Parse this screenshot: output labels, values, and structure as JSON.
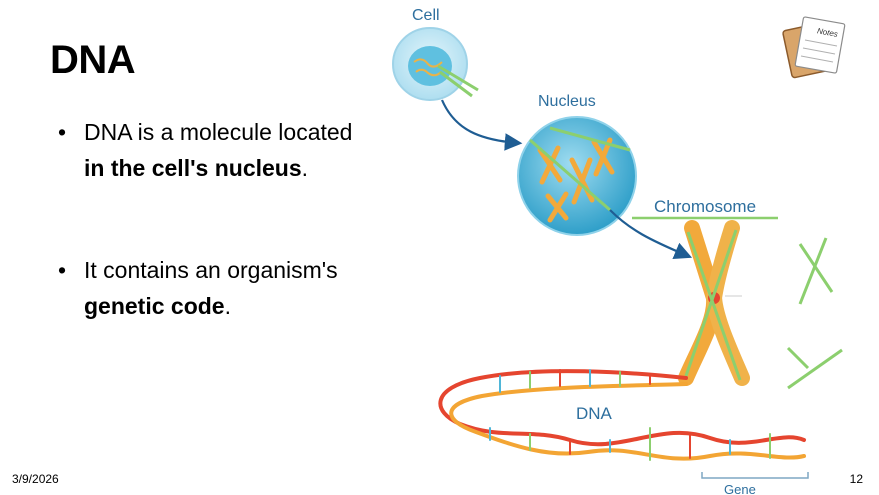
{
  "slide": {
    "title": "DNA",
    "bullets": [
      {
        "line1": "DNA is a molecule located",
        "bold": "in the cell's nucleus",
        "end": "."
      },
      {
        "line1": "It contains an organism's",
        "bold": "genetic code",
        "end": "."
      }
    ],
    "bullet_marker": "•"
  },
  "diagram": {
    "labels": {
      "cell": "Cell",
      "nucleus": "Nucleus",
      "chromosome": "Chromosome",
      "dna": "DNA",
      "gene": "Gene"
    },
    "notes_icon_text": "Notes"
  },
  "footer": {
    "date": "3/9/2026",
    "page": "12"
  },
  "colors": {
    "label": "#2e6f9e",
    "arrow": "#1f5d93",
    "annotation_green": "#8ccf6e",
    "cell": "#bfe6f5",
    "nucleus": "#4fb6d8",
    "chromosome": "#f2a93b",
    "dna_red": "#e5452f",
    "dna_orange": "#f3a534"
  }
}
